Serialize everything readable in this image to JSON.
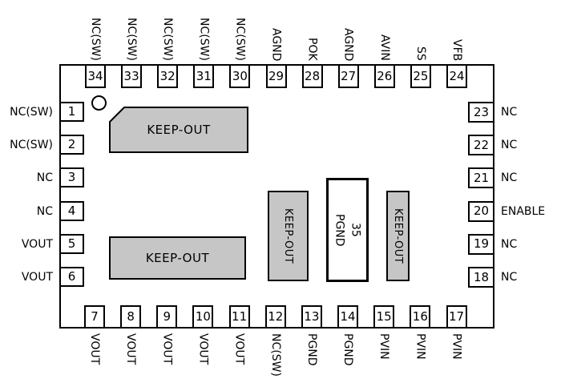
{
  "keepout_label": "KEEP-OUT",
  "center_pad": {
    "number": "35",
    "name": "PGND"
  },
  "pins": {
    "top": [
      {
        "num": "34",
        "label": "NC(SW)"
      },
      {
        "num": "33",
        "label": "NC(SW)"
      },
      {
        "num": "32",
        "label": "NC(SW)"
      },
      {
        "num": "31",
        "label": "NC(SW)"
      },
      {
        "num": "30",
        "label": "NC(SW)"
      },
      {
        "num": "29",
        "label": "AGND"
      },
      {
        "num": "28",
        "label": "POK"
      },
      {
        "num": "27",
        "label": "AGND"
      },
      {
        "num": "26",
        "label": "AVIN"
      },
      {
        "num": "25",
        "label": "SS"
      },
      {
        "num": "24",
        "label": "VFB"
      }
    ],
    "bottom": [
      {
        "num": "7",
        "label": "VOUT"
      },
      {
        "num": "8",
        "label": "VOUT"
      },
      {
        "num": "9",
        "label": "VOUT"
      },
      {
        "num": "10",
        "label": "VOUT"
      },
      {
        "num": "11",
        "label": "VOUT"
      },
      {
        "num": "12",
        "label": "NC(SW)"
      },
      {
        "num": "13",
        "label": "PGND"
      },
      {
        "num": "14",
        "label": "PGND"
      },
      {
        "num": "15",
        "label": "PVIN"
      },
      {
        "num": "16",
        "label": "PVIN"
      },
      {
        "num": "17",
        "label": "PVIN"
      }
    ],
    "left": [
      {
        "num": "1",
        "label": "NC(SW)"
      },
      {
        "num": "2",
        "label": "NC(SW)"
      },
      {
        "num": "3",
        "label": "NC"
      },
      {
        "num": "4",
        "label": "NC"
      },
      {
        "num": "5",
        "label": "VOUT"
      },
      {
        "num": "6",
        "label": "VOUT"
      }
    ],
    "right": [
      {
        "num": "23",
        "label": "NC"
      },
      {
        "num": "22",
        "label": "NC"
      },
      {
        "num": "21",
        "label": "NC"
      },
      {
        "num": "20",
        "label": "ENABLE"
      },
      {
        "num": "19",
        "label": "NC"
      },
      {
        "num": "18",
        "label": "NC"
      }
    ]
  },
  "colors": {
    "keepout_fill": "#c6c6c6",
    "outline": "#000000",
    "background": "#ffffff"
  }
}
